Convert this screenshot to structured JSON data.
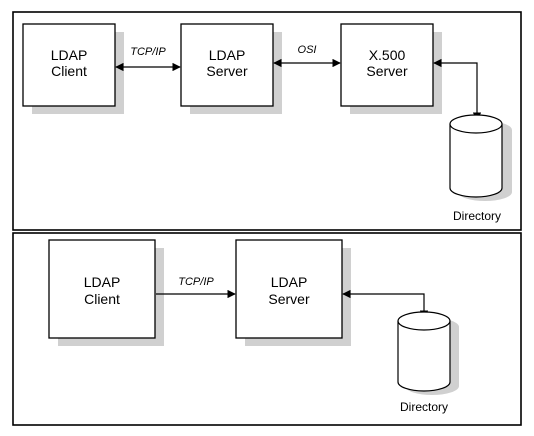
{
  "top": {
    "nodes": [
      {
        "id": "ldap-client",
        "line1": "LDAP",
        "line2": "Client"
      },
      {
        "id": "ldap-server",
        "line1": "LDAP",
        "line2": "Server"
      },
      {
        "id": "x500-server",
        "line1": "X.500",
        "line2": "Server"
      }
    ],
    "links": [
      {
        "label": "TCP/IP"
      },
      {
        "label": "OSI"
      }
    ],
    "directory_label": "Directory"
  },
  "bottom": {
    "nodes": [
      {
        "id": "ldap-client",
        "line1": "LDAP",
        "line2": "Client"
      },
      {
        "id": "ldap-server",
        "line1": "LDAP",
        "line2": "Server"
      }
    ],
    "links": [
      {
        "label": "TCP/IP"
      }
    ],
    "directory_label": "Directory"
  }
}
